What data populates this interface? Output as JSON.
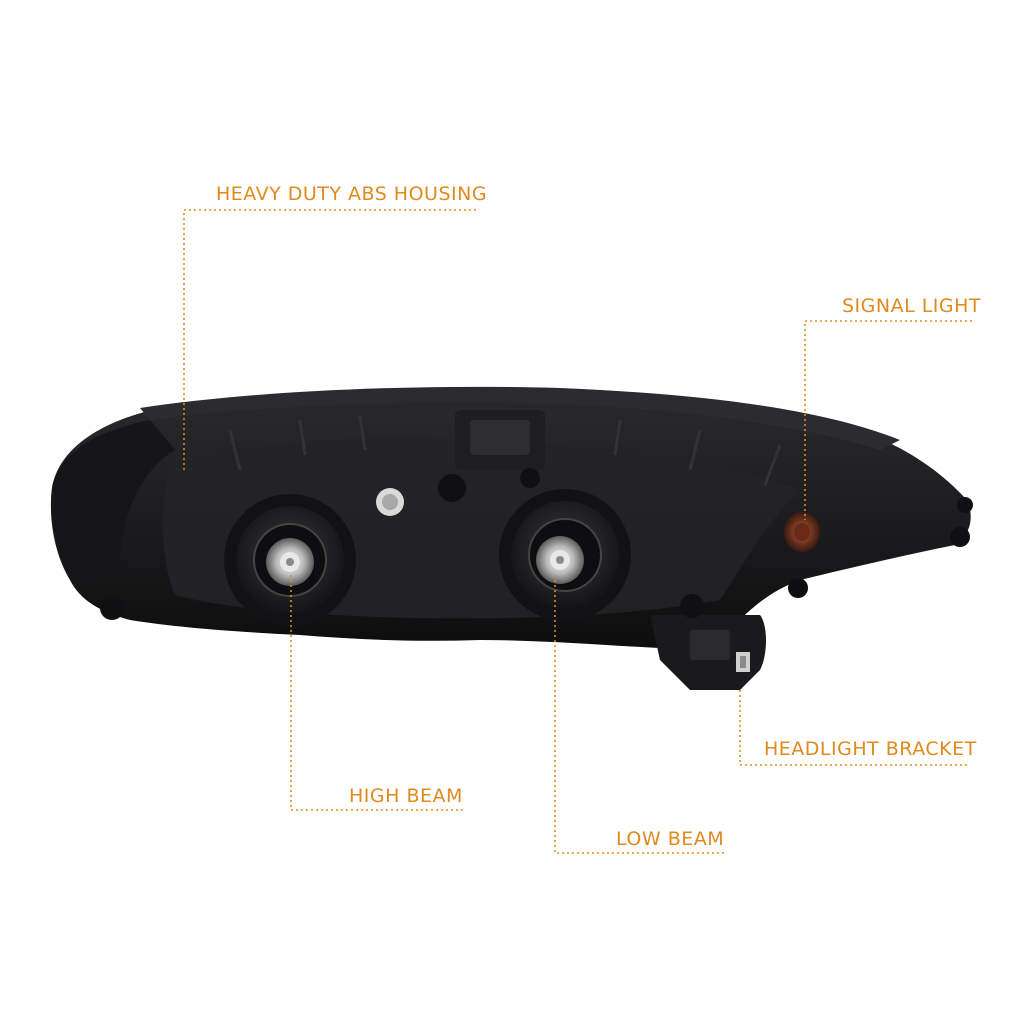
{
  "colors": {
    "accent": "#e08a1e",
    "background": "#ffffff",
    "housing": "#1c1c1e"
  },
  "product": {
    "icon": "headlight-assembly-photo"
  },
  "callouts": {
    "housing": "HEAVY DUTY ABS HOUSING",
    "signal": "SIGNAL LIGHT",
    "bracket": "HEADLIGHT BRACKET",
    "high_beam": "HIGH BEAM",
    "low_beam": "LOW BEAM"
  }
}
